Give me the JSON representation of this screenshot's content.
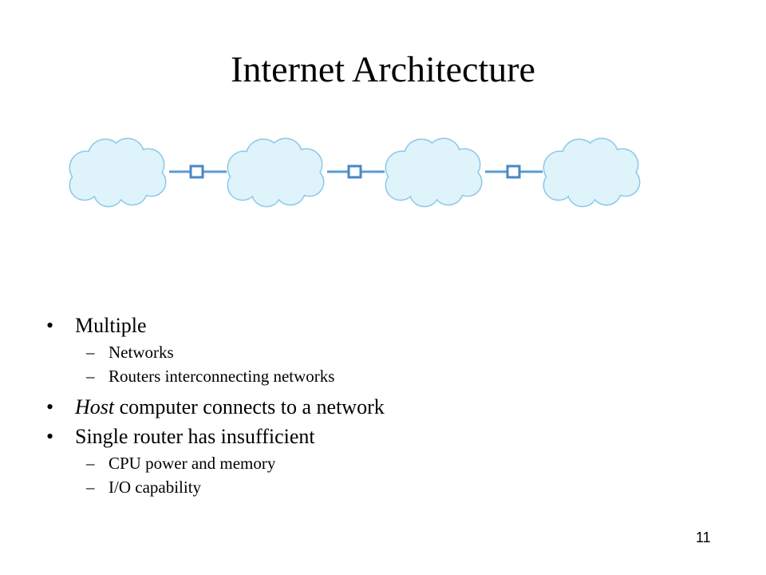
{
  "title": "Internet Architecture",
  "diagram": {
    "networks": [
      "network-1",
      "network-2",
      "network-3",
      "network-4"
    ],
    "routers": [
      "router-1",
      "router-2",
      "router-3"
    ],
    "colors": {
      "cloud_fill": "#dff3fb",
      "cloud_stroke": "#8ec8e8",
      "link": "#5b9bd5"
    }
  },
  "bullets": {
    "b1": {
      "marker": "•",
      "text": "Multiple"
    },
    "b1_1": {
      "marker": "–",
      "text": "Networks"
    },
    "b1_2": {
      "marker": "–",
      "text": "Routers interconnecting networks"
    },
    "b2": {
      "marker": "•",
      "emph": "Host",
      "text": " computer connects to a network"
    },
    "b3": {
      "marker": "•",
      "text": "Single router has insufficient"
    },
    "b3_1": {
      "marker": "–",
      "text": "CPU power and memory"
    },
    "b3_2": {
      "marker": "–",
      "text": "I/O capability"
    }
  },
  "page_number": "11"
}
